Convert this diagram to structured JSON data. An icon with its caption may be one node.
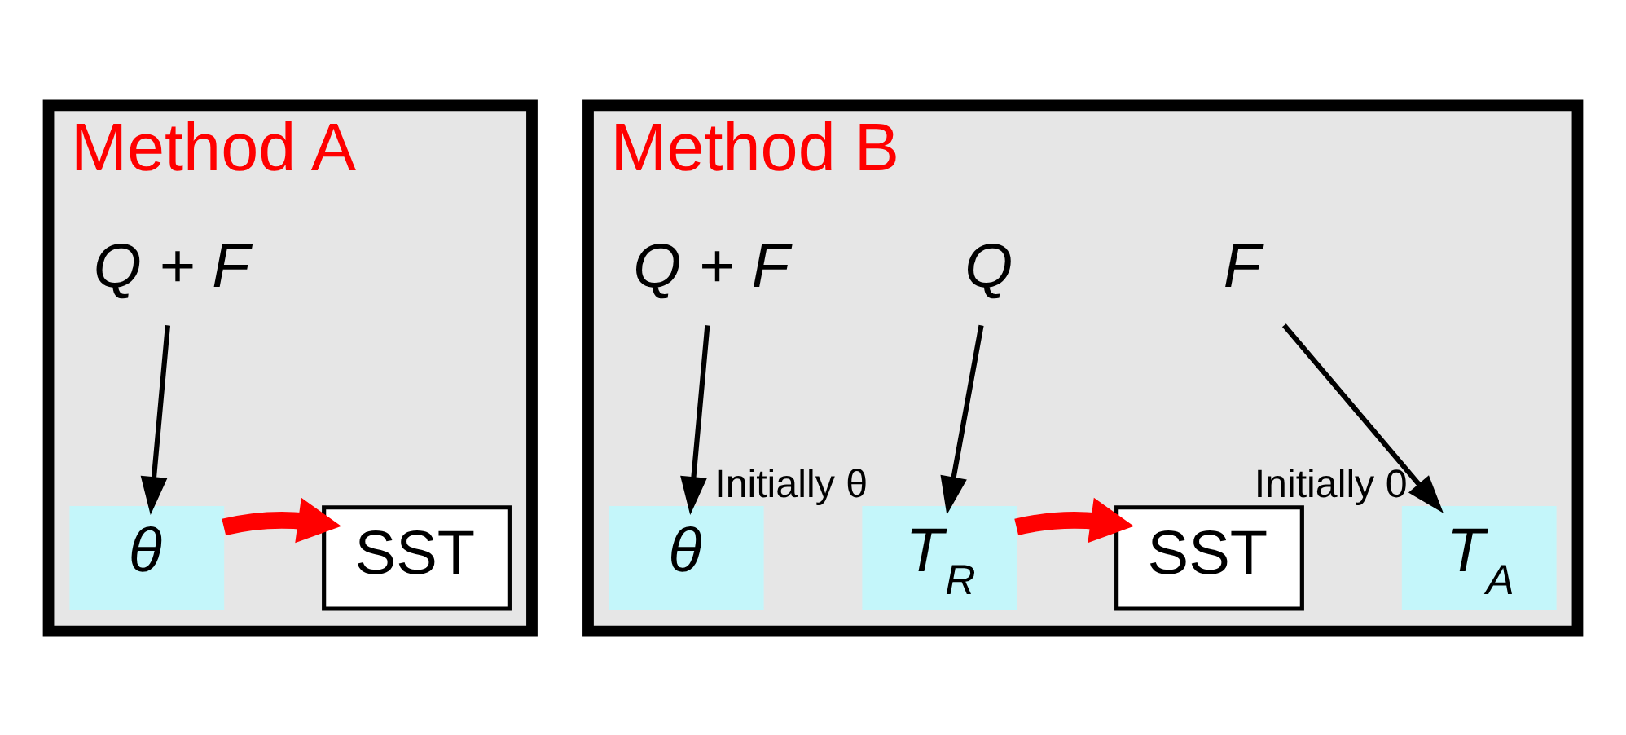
{
  "diagram": {
    "nodes": [
      {
        "text": [
          "Method A"
        ]
      },
      {
        "text": [
          "Q + F"
        ],
        "in": 0
      },
      {
        "text": [
          "SST"
        ],
        "in": 0
      },
      {
        "text": [
          "θ"
        ],
        "in": 0
      },
      {
        "text": [
          "Method B"
        ]
      },
      {
        "text": [
          "Q + F"
        ],
        "in": 4
      },
      {
        "text": [
          "Q"
        ],
        "in": 4
      },
      {
        "text": [
          "F"
        ],
        "in": 4
      },
      {
        "text": [
          "SST"
        ],
        "in": 4
      },
      {
        "text": [
          "θ"
        ],
        "in": 4
      },
      {
        "text": [
          "T$_{R}$"
        ],
        "in": 4,
        "beside": [
          "Initially θ"
        ]
      },
      {
        "text": [
          "T$_{A}$"
        ],
        "in": 4,
        "beside": [
          "Initially 0"
        ]
      }
    ],
    "edges": [
      {
        "from": 1,
        "to": 3,
        "arrow": "to"
      },
      {
        "from": 3,
        "to": 2,
        "arrow": "to",
        "style": "thick",
        "color": "#ff0000"
      },
      {
        "from": 5,
        "to": 9,
        "arrow": "to"
      },
      {
        "from": 6,
        "to": 10,
        "arrow": "to"
      },
      {
        "from": 10,
        "to": 8,
        "arrow": "to",
        "style": "thick",
        "color": "#ff0000"
      },
      {
        "from": 7,
        "to": 11,
        "arrow": "to"
      }
    ]
  }
}
